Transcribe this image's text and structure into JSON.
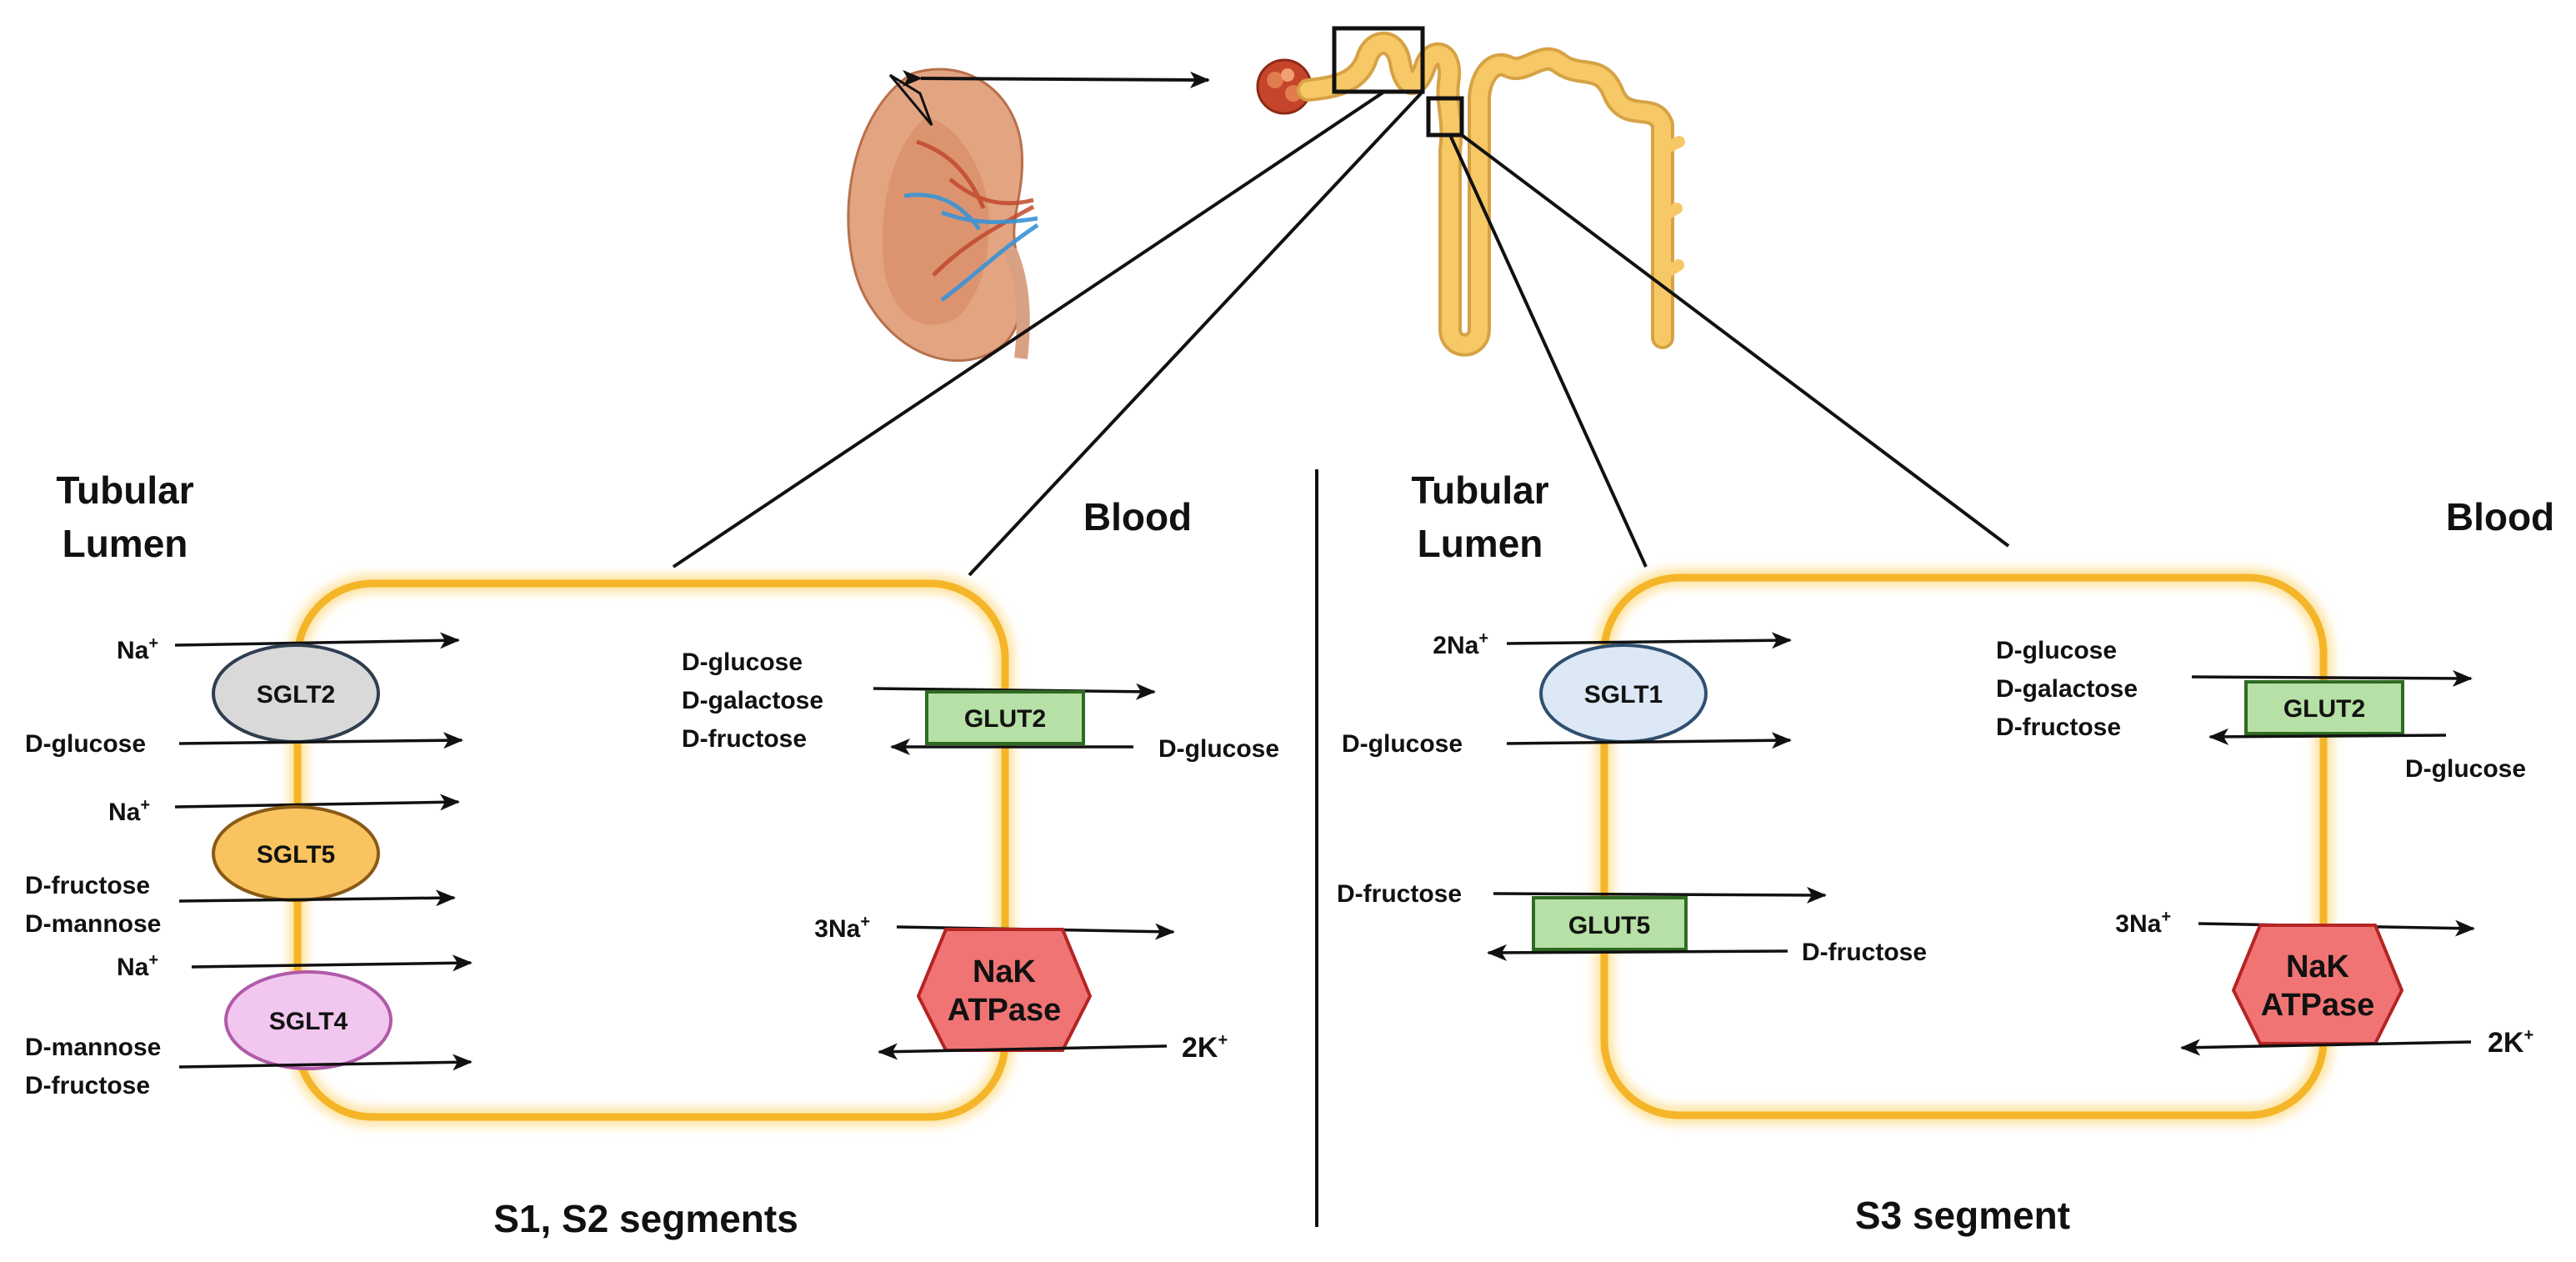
{
  "illustration": {
    "kidney": "kidney-cross-section",
    "nephron": "nephron-tubule"
  },
  "left_panel": {
    "lumen_line1": "Tubular",
    "lumen_line2": "Lumen",
    "blood": "Blood",
    "caption": "S1, S2 segments",
    "na1": "Na",
    "na1_sup": "+",
    "sglt2": "SGLT2",
    "dglucose": "D-glucose",
    "na2": "Na",
    "na2_sup": "+",
    "sglt5": "SGLT5",
    "dfructose1": "D-fructose",
    "dmannose1": "D-mannose",
    "na3": "Na",
    "na3_sup": "+",
    "sglt4": "SGLT4",
    "dmannose2": "D-mannose",
    "dfructose2": "D-fructose",
    "glut2_in1": "D-glucose",
    "glut2_in2": "D-galactose",
    "glut2_in3": "D-fructose",
    "glut2": "GLUT2",
    "glut2_out": "D-glucose",
    "na_k_in": "3Na",
    "na_k_in_sup": "+",
    "nak_line1": "NaK",
    "nak_line2": "ATPase",
    "k_out": "2K",
    "k_out_sup": "+"
  },
  "right_panel": {
    "lumen_line1": "Tubular",
    "lumen_line2": "Lumen",
    "blood": "Blood",
    "caption": "S3 segment",
    "na1": "2Na",
    "na1_sup": "+",
    "sglt1": "SGLT1",
    "dglucose": "D-glucose",
    "dfructose_in": "D-fructose",
    "glut5": "GLUT5",
    "dfructose_out": "D-fructose",
    "glut2_in1": "D-glucose",
    "glut2_in2": "D-galactose",
    "glut2_in3": "D-fructose",
    "glut2": "GLUT2",
    "glut2_out": "D-glucose",
    "na_k_in": "3Na",
    "na_k_in_sup": "+",
    "nak_line1": "NaK",
    "nak_line2": "ATPase",
    "k_out": "2K",
    "k_out_sup": "+"
  },
  "colors": {
    "membrane": "#f5b529",
    "membrane_glow": "#fde3a0",
    "sglt2": "#d9d9d9",
    "sglt5": "#f9c460",
    "sglt4": "#f2c7ef",
    "sglt1": "#dce8f5",
    "glut": "#b6e0a5",
    "nak": "#f07474",
    "tubule": "#f7c866",
    "kidney": "#e0a07e"
  }
}
